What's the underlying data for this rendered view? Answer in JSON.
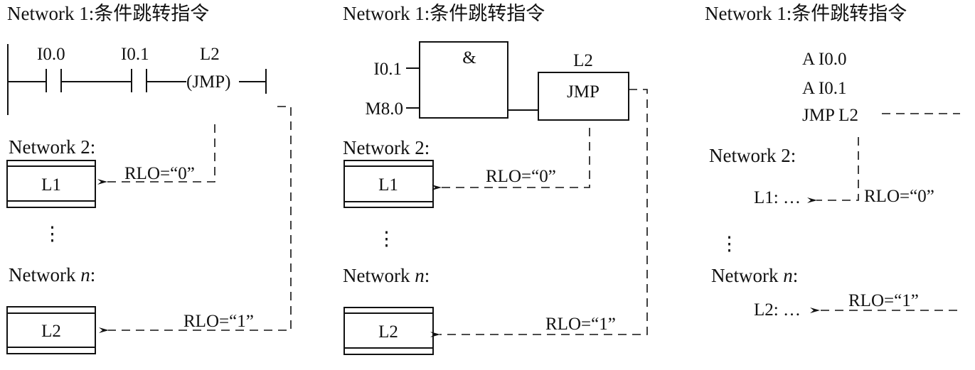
{
  "panels": [
    {
      "id": "ladder",
      "network1_title": "Network  1:条件跳转指令",
      "contact1": "I0.0",
      "contact2": "I0.1",
      "coil_label": "L2",
      "coil_text": "(JMP)",
      "network2_title": "Network  2:",
      "label_l1": "L1",
      "ellipsis": "⋮",
      "networkn_prefix": "Network  ",
      "networkn_var": "n",
      "networkn_suffix": ":",
      "label_l2": "L2",
      "rlo0": "RLO=“0”",
      "rlo1": "RLO=“1”"
    },
    {
      "id": "fbd",
      "network1_title": "Network  1:条件跳转指令",
      "and_symbol": "&",
      "input1": "I0.1",
      "input2": "M8.0",
      "jmp_label": "L2",
      "jmp_text": "JMP",
      "network2_title": "Network  2:",
      "label_l1": "L1",
      "ellipsis": "⋮",
      "networkn_prefix": "Network  ",
      "networkn_var": "n",
      "networkn_suffix": ":",
      "label_l2": "L2",
      "rlo0": "RLO=“0”",
      "rlo1": "RLO=“1”"
    },
    {
      "id": "stl",
      "network1_title": "Network  1:条件跳转指令",
      "stl_lines": [
        "A  I0.0",
        "A  I0.1",
        "JMP  L2"
      ],
      "network2_title": "Network  2:",
      "l1_line": "L1: …",
      "ellipsis": "⋮",
      "networkn_prefix": "Network  ",
      "networkn_var": "n",
      "networkn_suffix": ":",
      "l2_line": "L2: …",
      "rlo0": "RLO=“0”",
      "rlo1": "RLO=“1”"
    }
  ]
}
